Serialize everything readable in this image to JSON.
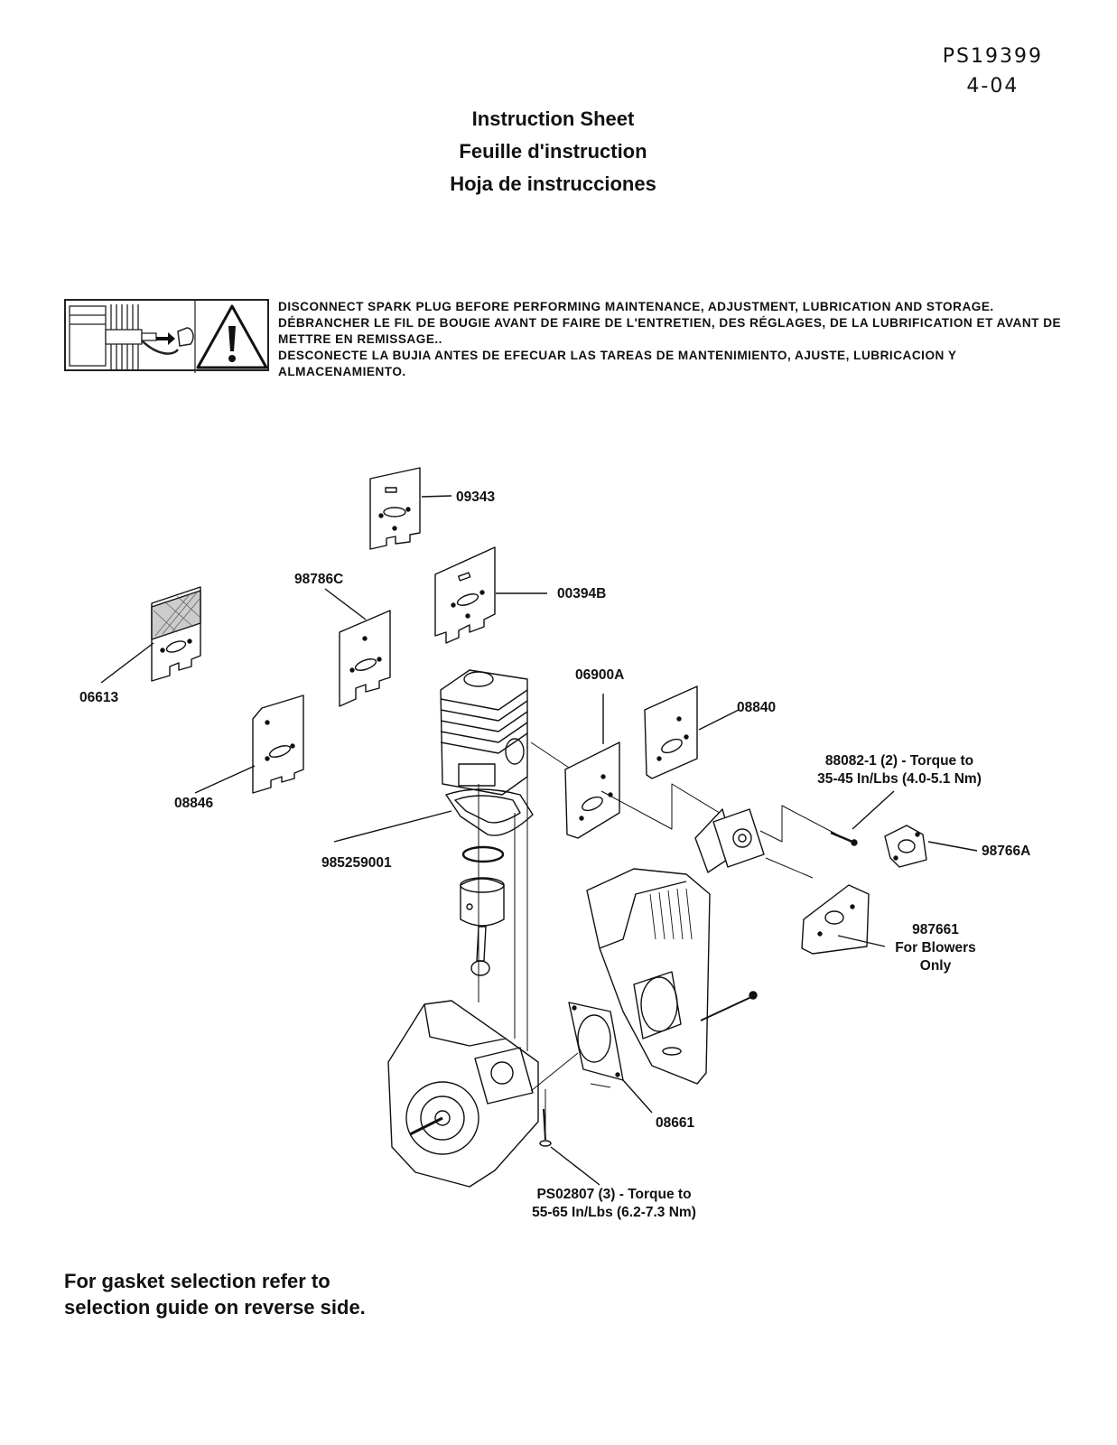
{
  "header": {
    "doc_number": "PS19399",
    "doc_date": "4-04",
    "titles": [
      "Instruction Sheet",
      "Feuille d'instruction",
      "Hoja de instrucciones"
    ]
  },
  "warning": {
    "lines": [
      "DISCONNECT SPARK PLUG BEFORE PERFORMING MAINTENANCE, ADJUSTMENT, LUBRICATION AND STORAGE.",
      "DÉBRANCHER LE FIL DE BOUGIE AVANT DE FAIRE DE L'ENTRETIEN, DES RÉGLAGES, DE LA LUBRIFICATION ET AVANT DE METTRE EN REMISSAGE..",
      "DESCONECTE LA BUJIA ANTES DE EFECUAR LAS TAREAS DE MANTENIMIENTO, AJUSTE, LUBRICACION Y ALMACENAMIENTO."
    ]
  },
  "parts": {
    "p09343": "09343",
    "p98786C": "98786C",
    "p00394B": "00394B",
    "p06613": "06613",
    "p06900A": "06900A",
    "p08840": "08840",
    "p08846": "08846",
    "p88082_line1": "88082-1 (2) - Torque to",
    "p88082_line2": "35-45 In/Lbs (4.0-5.1 Nm)",
    "p98766A": "98766A",
    "p985259001": "985259001",
    "p987661_line1": "987661",
    "p987661_line2": "For Blowers",
    "p987661_line3": "Only",
    "p08661": "08661",
    "pPS02807_line1": "PS02807 (3) - Torque to",
    "pPS02807_line2": "55-65 In/Lbs (6.2-7.3 Nm)"
  },
  "footer": {
    "note": "For gasket selection refer to selection guide on reverse side."
  }
}
